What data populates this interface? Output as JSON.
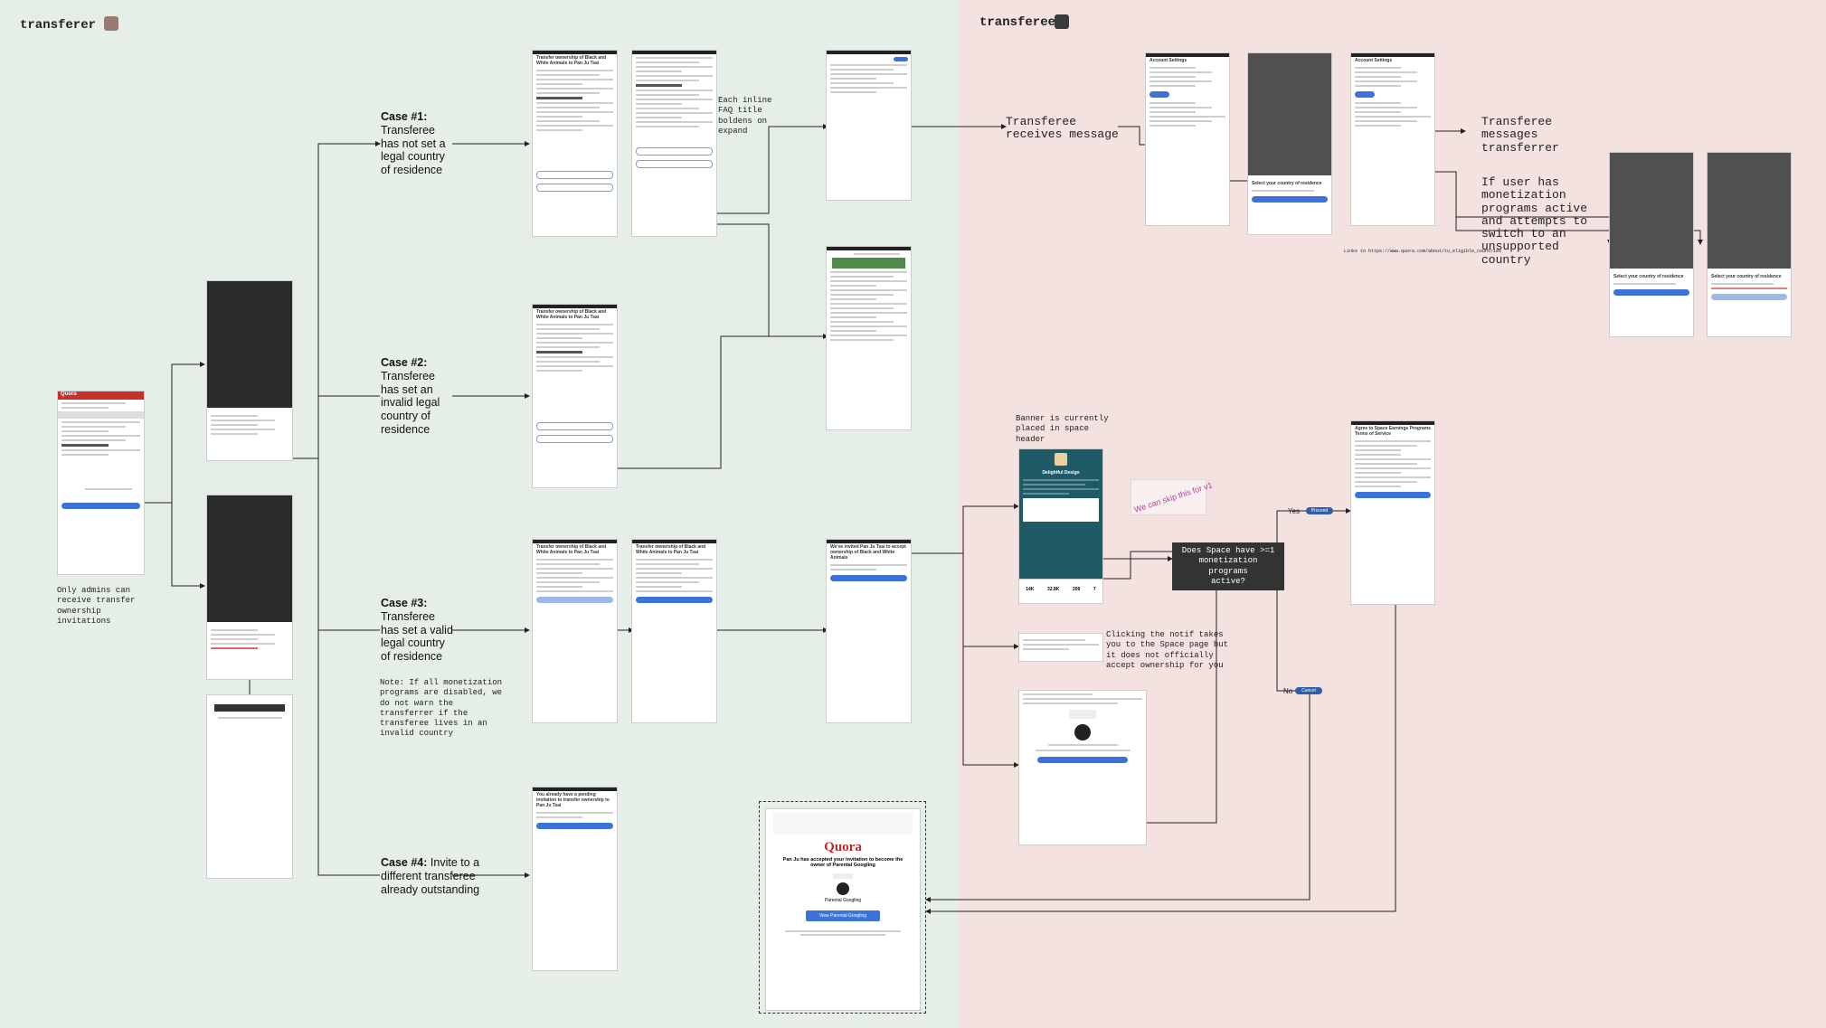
{
  "roles": {
    "transferer": "transferer",
    "transferee": "transferee"
  },
  "notes": {
    "only_admins": "Only admins can\nreceive transfer\nownership\ninvitations",
    "inline_faq": "Each inline\nFAQ title\nboldens on\nexpand",
    "no_warn": "Note: If all monetization\nprograms are disabled, we\ndo not warn the\ntransferrer if the\ntransferee lives in an\ninvalid country",
    "receives_message": "Transferee\nreceives message",
    "messages_transferer": "Transferee\nmessages\ntransferrer",
    "unsupported_switch": "If user has\nmonetization\nprograms active\nand attempts to\nswitch to an\nunsupported\ncountry",
    "banner_header": "Banner is currently\nplaced in space\nheader",
    "notif_click": "Clicking the notif takes\nyou to the Space page but\nit does not officially\naccept ownership for you",
    "skip_v1": "We can skip this for v1",
    "link_note": "Links to https://www.quora.com/about/tu_eligible_countries"
  },
  "cases": [
    {
      "label": "Case #1:",
      "text": [
        "Transferee",
        "has not set a",
        "legal country",
        "of residence"
      ]
    },
    {
      "label": "Case #2:",
      "text": [
        "Transferee",
        "has set an",
        "invalid legal",
        "country of",
        "residence"
      ]
    },
    {
      "label": "Case #3:",
      "text": [
        "Transferee",
        "has set a valid",
        "legal country",
        "of residence"
      ]
    },
    {
      "label": "Case #4:",
      "text": [
        "Invite to a",
        "different transferee",
        "already outstanding"
      ]
    }
  ],
  "decision": "Does Space have >=1\nmonetization programs\nactive?",
  "branches": {
    "yes": "Yes",
    "no": "No",
    "proceed": "Proceed",
    "cancel": "Cancel"
  },
  "email": {
    "logo": "Quora",
    "heading": "Pan Ju has accepted your invitation to become the owner of Parental Googling",
    "space_name": "Parental Googling",
    "button": "View Parental Googling"
  },
  "screens": {
    "quora_logo": "Quora",
    "transfer_title": "Transfer ownership of Black and White Animals to Pan Ju Tsai",
    "space_banner": "Delightful Design",
    "country_title": "Select your country of residence",
    "account_settings": "Account Settings",
    "terms_title": "Agree to Space Earnings Programs Terms of Service",
    "invite_sent": "We've invited Pan Ju Tsai to accept ownership of Black and White Animals",
    "pending_invite": "You already have a pending invitation to transfer ownership to Pan Ju Tsai",
    "stats": [
      "14K",
      "32.8K",
      "209",
      "7"
    ]
  }
}
